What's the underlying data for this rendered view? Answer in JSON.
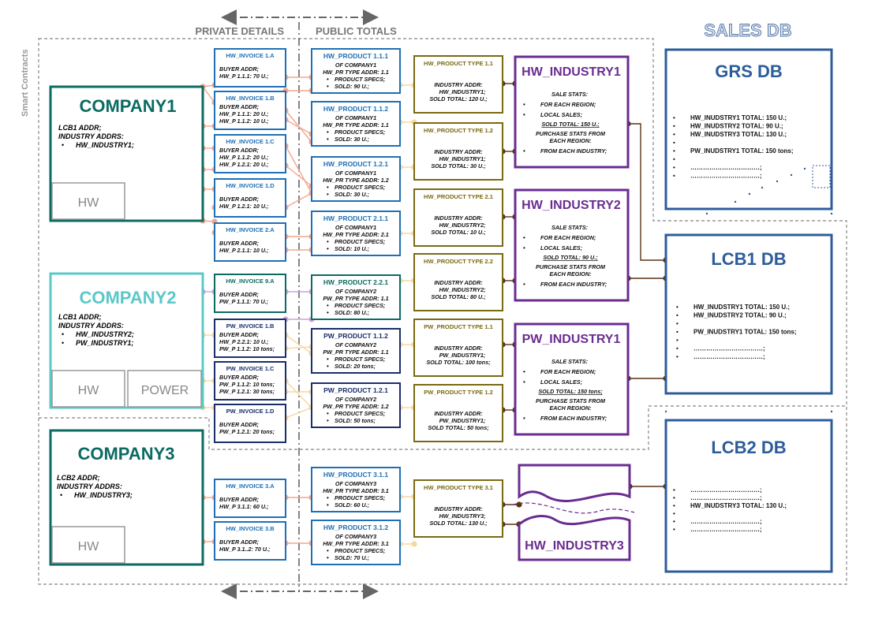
{
  "header": {
    "private_details": "PRIVATE DETAILS",
    "public_totals": "PUBLIC TOTALS",
    "sales_db": "SALES DB",
    "smart_contracts": "Smart Contracts"
  },
  "companies": [
    {
      "title": "COMPANY1",
      "lines": [
        "LCB1 ADDR;",
        "INDUSTRY ADDRS:"
      ],
      "bullets": [
        "HW_INDUSTRY1;"
      ],
      "subs": [
        "HW"
      ],
      "color": "#0b6b62"
    },
    {
      "title": "COMPANY2",
      "lines": [
        "LCB1 ADDR;",
        "INDUSTRY ADDRS:"
      ],
      "bullets": [
        "HW_INDUSTRY2;",
        "PW_INDUSTRY1;"
      ],
      "subs": [
        "HW",
        "POWER"
      ],
      "color": "#5bc8c8"
    },
    {
      "title": "COMPANY3",
      "lines": [
        "LCB2 ADDR;",
        "INDUSTRY ADDRS:"
      ],
      "bullets": [
        "HW_INDUSTRY3;"
      ],
      "subs": [
        "HW"
      ],
      "color": "#0b6b62"
    }
  ],
  "invoices": [
    {
      "title": "HW_INVOICE 1.A",
      "lines": [
        "BUYER ADDR;",
        "HW_P 1.1.1: 70 U.;"
      ],
      "color": "#1f6fb5"
    },
    {
      "title": "HW_INVOICE 1.B",
      "lines": [
        "BUYER ADDR;",
        "HW_P 1.1.1: 20 U.;",
        "HW_P 1.1.2: 10 U.;"
      ],
      "color": "#1f6fb5"
    },
    {
      "title": "HW_INVOICE 1.C",
      "lines": [
        "BUYER ADDR;",
        "HW_P 1.1.2: 20 U.;",
        "HW_P 1.2.1: 20 U.;"
      ],
      "color": "#1f6fb5"
    },
    {
      "title": "HW_INVOICE 1.D",
      "lines": [
        "BUYER ADDR;",
        "HW_P 1.2.1: 10 U.;"
      ],
      "color": "#1f6fb5"
    },
    {
      "title": "HW_INVOICE 2.A",
      "lines": [
        "BUYER ADDR;",
        "HW_P 2.1.1: 10 U.;"
      ],
      "color": "#1f6fb5"
    },
    {
      "title": "HW_INVOICE 9.A",
      "lines": [
        "BUYER ADDR;",
        "PW_P 1.1.1: 70 U.;"
      ],
      "color": "#0b6b62"
    },
    {
      "title": "PW_INVOICE 1.B",
      "lines": [
        "BUYER ADDR;",
        "HW_P 2.2.1: 10 U.;",
        "PW_P 1.1.2: 10 tons;"
      ],
      "color": "#1a2e6b"
    },
    {
      "title": "PW_INVOICE 1.C",
      "lines": [
        "BUYER ADDR;",
        "PW_P 1.1.2: 10 tons;",
        "PW_P 1.2.1: 30 tons;"
      ],
      "color": "#1a2e6b"
    },
    {
      "title": "PW_INVOICE 1.D",
      "lines": [
        "BUYER ADDR;",
        "PW_P 1.2.1: 20 tons;"
      ],
      "color": "#1a2e6b"
    },
    {
      "title": "HW_INVOICE 3.A",
      "lines": [
        "BUYER ADDR;",
        "HW_P 3.1.1: 60 U.;"
      ],
      "color": "#1f6fb5"
    },
    {
      "title": "HW_INVOICE 3.B",
      "lines": [
        "BUYER ADDR;",
        "HW_P 3.1..2: 70 U.;"
      ],
      "color": "#1f6fb5"
    }
  ],
  "products": [
    {
      "title": "HW_PRODUCT 1.1.1",
      "lines": [
        "OF COMPANY1",
        "HW_PR TYPE ADDR: 1.1"
      ],
      "bullets": [
        "PRODUCT SPECS;",
        "SOLD: 90 U.;"
      ],
      "color": "#1f6fb5"
    },
    {
      "title": "HW_PRODUCT 1.1.2",
      "lines": [
        "OF COMPANY1",
        "HW_PR TYPE ADDR: 1.1"
      ],
      "bullets": [
        "PRODUCT SPECS;",
        "SOLD: 30 U.;"
      ],
      "color": "#1f6fb5"
    },
    {
      "title": "HW_PRODUCT 1.2.1",
      "lines": [
        "OF COMPANY1",
        "HW_PR TYPE ADDR: 1.2"
      ],
      "bullets": [
        "PRODUCT SPECS;",
        "SOLD: 30 U.;"
      ],
      "color": "#1f6fb5"
    },
    {
      "title": "HW_PRODUCT 2.1.1",
      "lines": [
        "OF COMPANY1",
        "HW_PR TYPE ADDR: 2.1"
      ],
      "bullets": [
        "PRODUCT SPECS;",
        "SOLD: 10 U.;"
      ],
      "color": "#1f6fb5"
    },
    {
      "title": "HW_PRODUCT 2.2.1",
      "lines": [
        "OF COMPANY2",
        "PW_PR TYPE ADDR: 1.1"
      ],
      "bullets": [
        "PRODUCT SPECS;",
        "SOLD: 80 U.;"
      ],
      "color": "#0b6b62"
    },
    {
      "title": "PW_PRODUCT 1.1.2",
      "lines": [
        "OF COMPANY2",
        "PW_PR TYPE ADDR: 1.1"
      ],
      "bullets": [
        "PRODUCT SPECS;",
        "SOLD: 20 tons;"
      ],
      "color": "#1a2e6b"
    },
    {
      "title": "PW_PRODUCT 1.2.1",
      "lines": [
        "OF COMPANY2",
        "PW_PR TYPE ADDR: 1.2"
      ],
      "bullets": [
        "PRODUCT SPECS;",
        "SOLD: 50 tons;"
      ],
      "color": "#1a2e6b"
    },
    {
      "title": "HW_PRODUCT 3.1.1",
      "lines": [
        "OF COMPANY3",
        "HW_PR TYPE ADDR: 3.1"
      ],
      "bullets": [
        "PRODUCT SPECS;",
        "SOLD: 60 U.;"
      ],
      "color": "#1f6fb5"
    },
    {
      "title": "HW_PRODUCT 3.1.2",
      "lines": [
        "OF COMPANY3",
        "HW_PR TYPE ADDR: 3.1"
      ],
      "bullets": [
        "PRODUCT SPECS;",
        "SOLD: 70 U.;"
      ],
      "color": "#1f6fb5"
    }
  ],
  "types": [
    {
      "title": "HW_PRODUCT TYPE 1.1",
      "lines": [
        "INDUSTRY ADDR:",
        "HW_INDUSTRY1;",
        "SOLD TOTAL: 120 U.;"
      ]
    },
    {
      "title": "HW_PRODUCT TYPE 1.2",
      "lines": [
        "INDUSTRY ADDR:",
        "HW_INDUSTRY1;",
        "SOLD TOTAL: 30 U.;"
      ]
    },
    {
      "title": "HW_PRODUCT TYPE 2.1",
      "lines": [
        "INDUSTRY ADDR:",
        "HW_INDUSTRY2;",
        "SOLD TOTAL: 10 U.;"
      ]
    },
    {
      "title": "HW_PRODUCT TYPE 2.2",
      "lines": [
        "INDUSTRY ADDR:",
        "HW_INDUSTRY2;",
        "SOLD TOTAL: 80 U.;"
      ]
    },
    {
      "title": "PW_PRODUCT TYPE 1.1",
      "lines": [
        "INDUSTRY ADDR:",
        "PW_INDUSTRY1;",
        "SOLD TOTAL: 100 tons;"
      ]
    },
    {
      "title": "PW_PRODUCT TYPE 1.2",
      "lines": [
        "INDUSTRY ADDR:",
        "PW_INDUSTRY1;",
        "SOLD TOTAL: 50 tons;"
      ]
    },
    {
      "title": "HW_PRODUCT TYPE 3.1",
      "lines": [
        "INDUSTRY ADDR:",
        "HW_INDUSTRY3;",
        "SOLD TOTAL: 130 U.;"
      ]
    }
  ],
  "industries": [
    {
      "title": "HW_INDUSTRY1",
      "sale": "SALE STATS:",
      "for_each": "FOR EACH REGION;",
      "local": "LOCAL SALES;",
      "sold": "SOLD TOTAL: 150 U.;",
      "purchase1": "PURCHASE STATS FROM",
      "purchase2": "EACH REGION:",
      "from_each": "FROM EACH INDUSTRY;"
    },
    {
      "title": "HW_INDUSTRY2",
      "sale": "SALE STATS:",
      "for_each": "FOR EACH REGION;",
      "local": "LOCAL SALES;",
      "sold": "SOLD TOTAL: 90 U.;",
      "purchase1": "PURCHASE STATS FROM",
      "purchase2": "EACH REGION:",
      "from_each": "FROM EACH INDUSTRY;"
    },
    {
      "title": "PW_INDUSTRY1",
      "sale": "SALE STATS:",
      "for_each": "FOR EACH REGION;",
      "local": "LOCAL SALES;",
      "sold": "SOLD TOTAL: 150 tons;",
      "purchase1": "PURCHASE STATS FROM",
      "purchase2": "EACH REGION:",
      "from_each": "FROM EACH INDUSTRY;"
    }
  ],
  "industry3": {
    "title": "HW_INDUSTRY3"
  },
  "databases": [
    {
      "title": "GRS DB",
      "lines": [
        "HW_INUDSTRY1 TOTAL: 150 U.;",
        "HW_INUDSTRY2 TOTAL: 90 U.;",
        "HW_INUDSTRY3 TOTAL: 130 U.;",
        "",
        "PW_INUDSTRY1 TOTAL: 150 tons;",
        "",
        "……………………………;",
        "……………………………;"
      ]
    },
    {
      "title": "LCB1 DB",
      "lines": [
        "HW_INUDSTRY1 TOTAL: 150 U.;",
        "HW_INUDSTRY2 TOTAL: 90 U.;",
        "",
        "PW_INUDSTRY1 TOTAL: 150 tons;",
        "",
        "……………………………;",
        "……………………………;"
      ]
    },
    {
      "title": "LCB2 DB",
      "lines": [
        "……………………………;",
        "……………………………;",
        "HW_INUDSTRY3 TOTAL: 130 U.;",
        "",
        "……………………………;",
        "……………………………;"
      ]
    }
  ],
  "colors": {
    "company_dark": "#0b6b62",
    "company_light": "#5bc8c8",
    "invoice_blue": "#1f6fb5",
    "navy": "#1a2e6b",
    "olive": "#7a6a12",
    "purple": "#6a2c91",
    "db_blue": "#2d5c9a",
    "salmon": "#f4a58f",
    "lavender": "#c9a4d8",
    "peach": "#f7d7a0",
    "brown": "#5a3212"
  }
}
